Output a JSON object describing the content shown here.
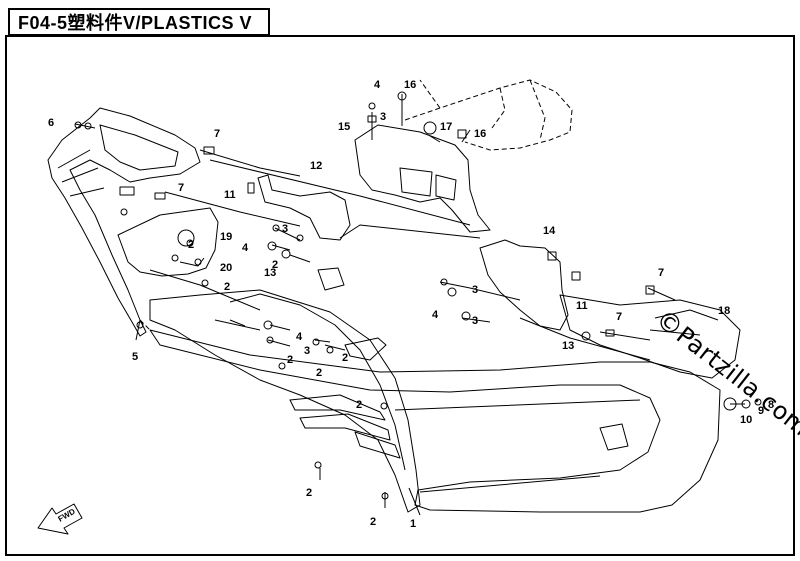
{
  "header": {
    "title": "F04-5塑料件V/PLASTICS V"
  },
  "watermark": {
    "text": "Partzilla.com",
    "prefix": "©"
  },
  "fwd_arrow": {
    "label": "FWD"
  },
  "callouts": [
    "1",
    "2",
    "2",
    "2",
    "2",
    "2",
    "2",
    "2",
    "2",
    "2",
    "3",
    "3",
    "3",
    "3",
    "3",
    "4",
    "4",
    "4",
    "4",
    "5",
    "6",
    "7",
    "7",
    "7",
    "7",
    "8",
    "9",
    "10",
    "11",
    "11",
    "12",
    "13",
    "13",
    "14",
    "15",
    "16",
    "16",
    "17",
    "18",
    "19",
    "20"
  ]
}
